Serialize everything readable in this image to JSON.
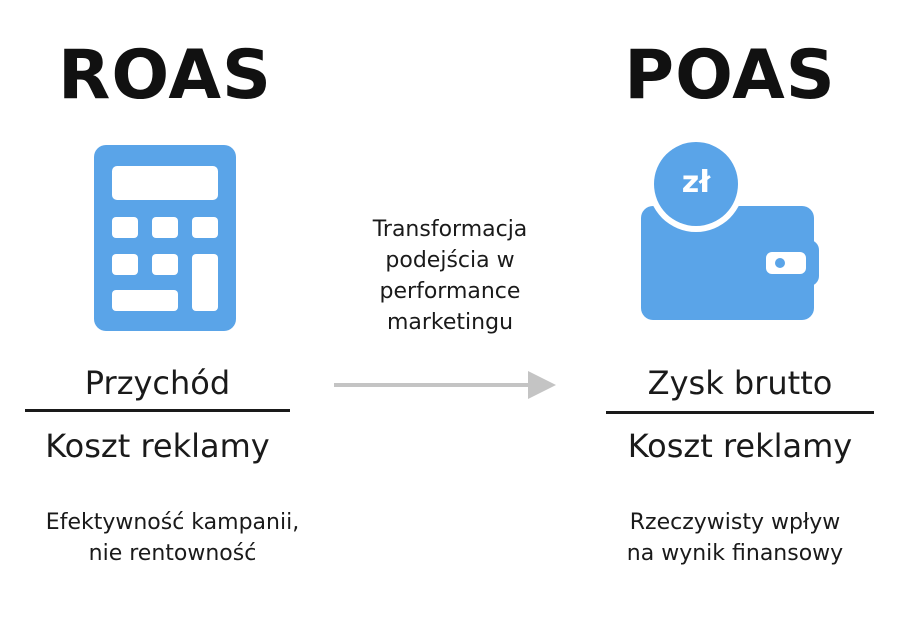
{
  "left": {
    "title": "ROAS",
    "numerator": "Przychód",
    "denominator": "Koszt reklamy",
    "caption_line1": "Efektywność kampanii,",
    "caption_line2": "nie rentowność",
    "icon": "calculator-icon"
  },
  "right": {
    "title": "POAS",
    "numerator": "Zysk brutto",
    "denominator": "Koszt reklamy",
    "caption_line1": "Rzeczywisty wpływ",
    "caption_line2": "na wynik finansowy",
    "icon": "wallet-icon",
    "coin_label": "zł"
  },
  "middle": {
    "line1": "Transformacja",
    "line2": "podejścia w",
    "line3": "performance",
    "line4": "marketingu",
    "icon": "arrow-right-icon"
  },
  "colors": {
    "icon_blue": "#5aa4e8",
    "arrow_gray": "#c4c4c4",
    "text": "#1a1a1a"
  }
}
